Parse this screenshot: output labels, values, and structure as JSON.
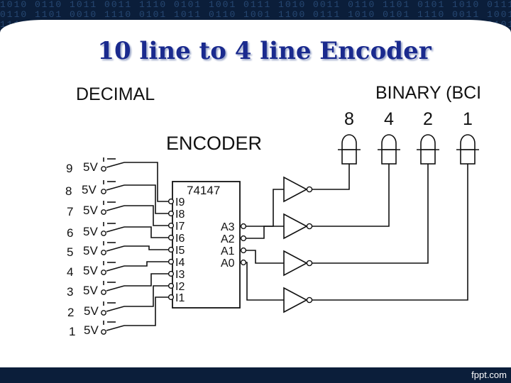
{
  "slide": {
    "title": "10 line to 4 line Encoder",
    "footer": "fppt.com"
  },
  "diagram": {
    "decimal_label": "DECIMAL",
    "binary_label": "BINARY (BCI",
    "encoder_label": "ENCODER",
    "chip_label": "74147",
    "voltage": "5V",
    "input_digits": [
      "9",
      "8",
      "7",
      "6",
      "5",
      "4",
      "3",
      "2",
      "1"
    ],
    "input_pins": [
      "I9",
      "I8",
      "I7",
      "I6",
      "I5",
      "I4",
      "I3",
      "I2",
      "I1"
    ],
    "output_pins": [
      "A3",
      "A2",
      "A1",
      "A0"
    ],
    "weights": [
      "8",
      "4",
      "2",
      "1"
    ]
  },
  "colors": {
    "background": "#0b1e3a",
    "title": "#1a2a8e",
    "ink": "#111111"
  }
}
